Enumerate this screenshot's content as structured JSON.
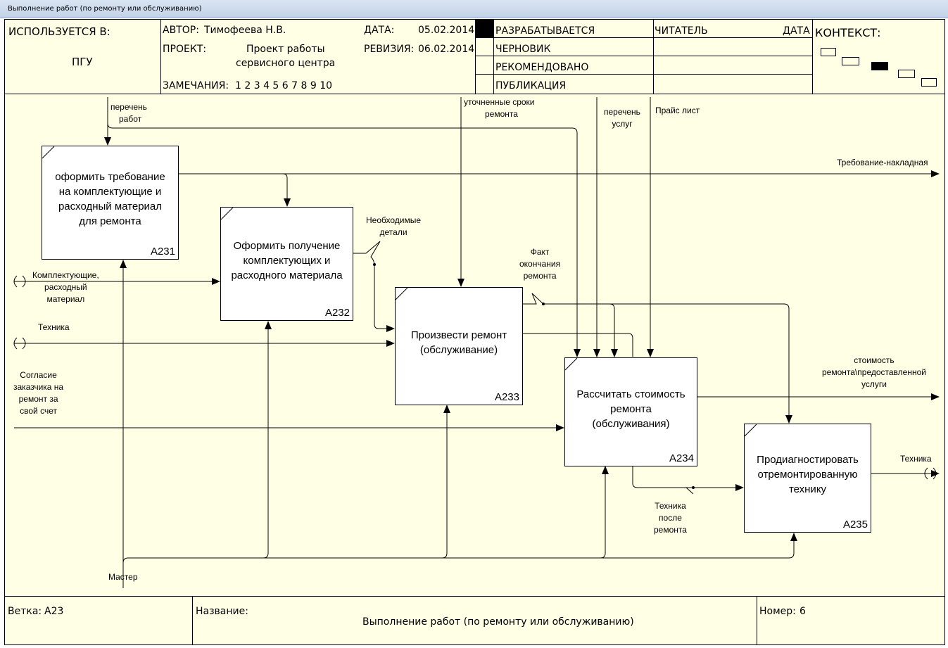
{
  "window": {
    "title": "Выполнение работ (по ремонту или обслуживанию)"
  },
  "header": {
    "used_in_label": "ИСПОЛЬЗУЕТСЯ В:",
    "used_in_value": "ПГУ",
    "author_label": "АВТОР:",
    "author_value": "Тимофеева Н.В.",
    "project_label": "ПРОЕКТ:",
    "project_value_1": "Проект работы",
    "project_value_2": "сервисного центра",
    "notes_label": "ЗАМЕЧАНИЯ:",
    "notes_value": "1 2 3 4 5 6 7 8 9 10",
    "date_label": "ДАТА:",
    "date_value": "05.02.2014",
    "revision_label": "РЕВИЗИЯ:",
    "revision_value": "06.02.2014",
    "status": [
      "РАЗРАБАТЫВАЕТСЯ",
      "ЧЕРНОВИК",
      "РЕКОМЕНДОВАНО",
      "ПУБЛИКАЦИЯ"
    ],
    "reader_label": "ЧИТАТЕЛЬ",
    "reader_date_label": "ДАТА",
    "context_label": "КОНТЕКСТ:"
  },
  "boxes": [
    {
      "id": "A231",
      "lines": [
        "оформить требование",
        "на комплектующие и",
        "расходный материал",
        "для ремонта"
      ]
    },
    {
      "id": "A232",
      "lines": [
        "Оформить получение",
        "комплектующих и",
        "расходного материала"
      ]
    },
    {
      "id": "A233",
      "lines": [
        "Произвести ремонт",
        "(обслуживание)"
      ]
    },
    {
      "id": "A234",
      "lines": [
        "Рассчитать стоимость",
        "ремонта",
        "(обслуживания)"
      ]
    },
    {
      "id": "A235",
      "lines": [
        "Продиагностировать",
        "отремонтированную",
        "технику"
      ]
    }
  ],
  "arrow_labels": {
    "perechen_rabot": [
      "перечень",
      "работ"
    ],
    "utochnennye": [
      "уточненные сроки",
      "ремонта"
    ],
    "perechen_uslug": [
      "перечень",
      "услуг"
    ],
    "prais": [
      "Прайс лист"
    ],
    "trebovanie": [
      "Требование-накладная"
    ],
    "detali": [
      "Необходимые",
      "детали"
    ],
    "fakt": [
      "Факт",
      "окончания",
      "ремонта"
    ],
    "komplekt": [
      "Комплектующие,",
      "расходный",
      "материал"
    ],
    "tehnika_in": [
      "Техника"
    ],
    "soglasie": [
      "Согласие",
      "заказчика на",
      "ремонт за",
      "свой счет"
    ],
    "stoimost": [
      "стоимость",
      "ремонта\\предоставленной",
      "услуги"
    ],
    "tehnika_out": [
      "Техника"
    ],
    "tehnika_posle": [
      "Техника",
      "после",
      "ремонта"
    ],
    "master": [
      "Мастер"
    ]
  },
  "footer": {
    "node_label": "Ветка:",
    "node_value": "A23",
    "title_label": "Название:",
    "title_value": "Выполнение работ (по ремонту или обслуживанию)",
    "number_label": "Номер:",
    "number_value": "6"
  }
}
